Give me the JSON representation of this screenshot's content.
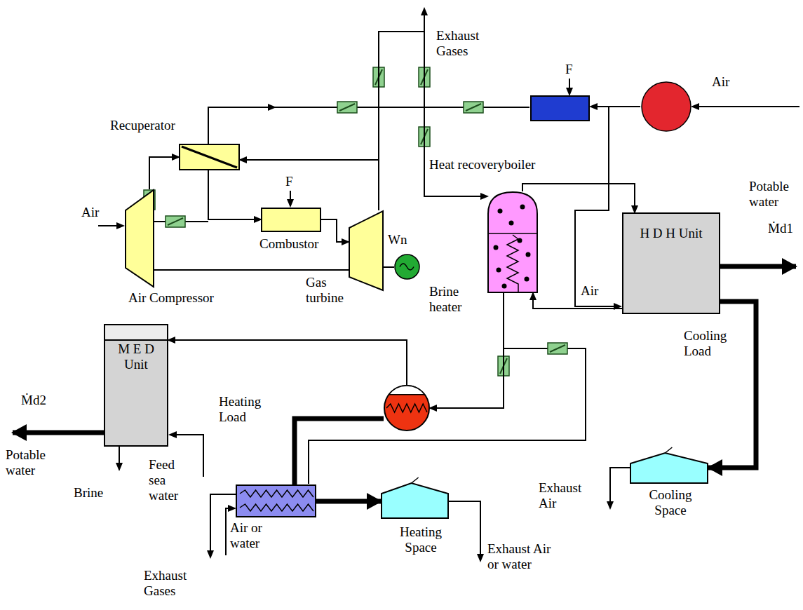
{
  "diagram": {
    "nodes": [
      {
        "text": [
          "Recuperator"
        ]
      },
      {
        "text": [
          "Air Compressor"
        ]
      },
      {
        "text": [
          "Combustor"
        ]
      },
      {
        "text": [
          "Gas turbine"
        ]
      },
      {
        "text": [
          "Wn"
        ]
      },
      {
        "text": [
          "Heat recoveryboiler"
        ]
      },
      {
        "text": [
          "H D H Unit"
        ]
      },
      {
        "text": [
          "M E D Unit"
        ]
      },
      {
        "text": [
          "Brine heater"
        ]
      },
      {
        "text": [
          "Heating Space"
        ]
      },
      {
        "text": [
          "Cooling Space"
        ]
      }
    ],
    "edges": [
      {
        "from": 1,
        "to": 0,
        "arrow": "to"
      },
      {
        "from": 0,
        "to": 2,
        "arrow": "to"
      },
      {
        "from": 2,
        "to": 3,
        "arrow": "to"
      },
      {
        "from": 3,
        "to": 0,
        "arrow": "to"
      },
      {
        "from": 3,
        "to": 5,
        "arrow": "to"
      },
      {
        "from": 5,
        "to": 8,
        "arrow": "to"
      },
      {
        "from": 8,
        "to": 7,
        "arrow": "to"
      },
      {
        "from": 6,
        "to": 5,
        "arrow": "to"
      },
      {
        "from": 5,
        "to": 6,
        "arrow": "to"
      },
      {
        "from": 6,
        "to": 10,
        "arrow": "to"
      },
      {
        "from": 8,
        "to": 9,
        "arrow": "to"
      },
      {
        "from": 3,
        "to": 4,
        "arrow": "none"
      },
      {
        "from": 1,
        "to": 3,
        "arrow": "none"
      }
    ],
    "labels": [
      "Exhaust Gases",
      "F",
      "Air",
      "Air",
      "F",
      "Potable water",
      "Ṁd1",
      "Air",
      "Cooling Load",
      "Ṁd2",
      "Potable water",
      "Heating Load",
      "Brine",
      "Feed sea water",
      "Air or water",
      "Exhaust Gases",
      "Exhaust Air or water",
      "Exhaust Air"
    ]
  }
}
